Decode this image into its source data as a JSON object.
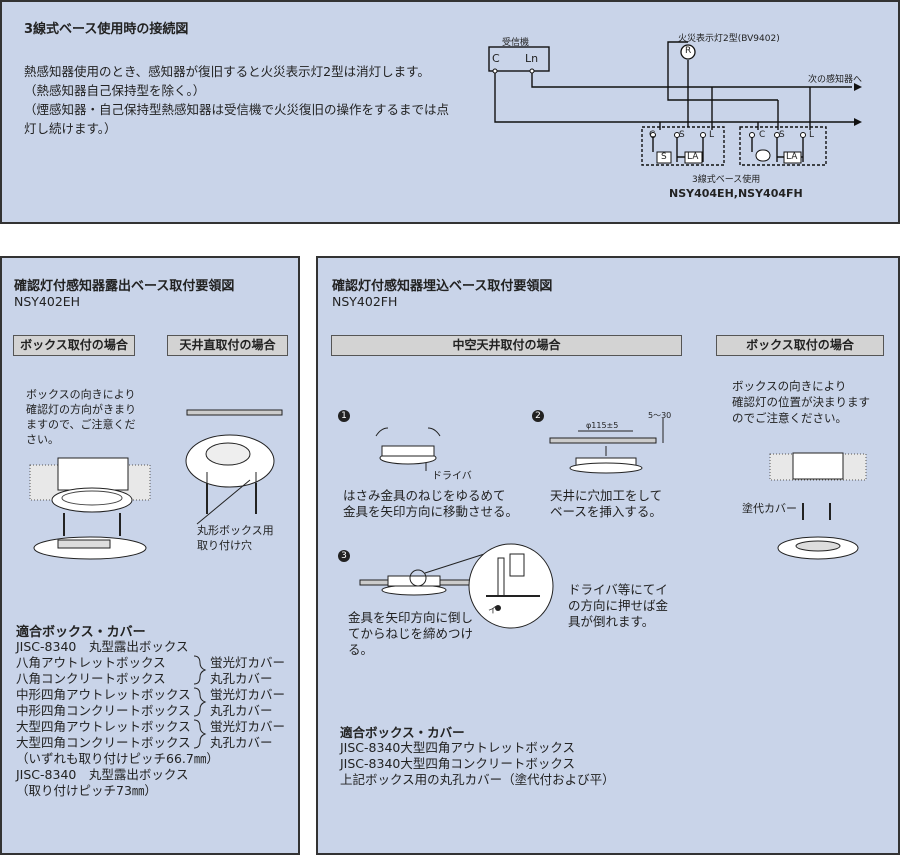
{
  "top": {
    "title": "3線式ベース使用時の接続図",
    "desc": [
      "熱感知器使用のとき、感知器が復旧すると火災表示灯2型は消灯します。",
      "（熱感知器自己保持型を除く。）",
      "（煙感知器・自己保持型熱感知器は受信機で火災復旧の操作をするまでは点",
      "灯し続けます。）"
    ],
    "diagram": {
      "receiver": "受信機",
      "term_c": "C",
      "term_ln": "Ln",
      "lamp_label": "火災表示灯2型(BV9402)",
      "lamp_symbol": "R",
      "next": "次の感知器へ",
      "base_terms": [
        "C",
        "S",
        "L"
      ],
      "s_box": "S",
      "la_box": "LA",
      "base_caption": "3線式ベース使用",
      "model": "NSY404EH,NSY404FH"
    }
  },
  "left": {
    "title": "確認灯付感知器露出ベース取付要領図",
    "model": "NSY402EH",
    "hdr_box": "ボックス取付の場合",
    "hdr_ceiling": "天井直取付の場合",
    "note": [
      "ボックスの向きにより",
      "確認灯の方向がきまり",
      "ますので、ご注意くだ",
      "さい。"
    ],
    "round_box": [
      "丸形ボックス用",
      "取り付け穴"
    ],
    "fit_title": "適合ボックス・カバー",
    "fit_list": [
      "JISC-8340　丸型露出ボックス",
      "八角アウトレットボックス",
      "八角コンクリートボックス",
      "中形四角アウトレットボックス",
      "中形四角コンクリートボックス",
      "大型四角アウトレットボックス",
      "大型四角コンクリートボックス",
      "（いずれも取り付けピッチ66.7㎜）",
      "JISC-8340　丸型露出ボックス",
      "（取り付けピッチ73㎜）"
    ],
    "covers": [
      "蛍光灯カバー",
      "丸孔カバー",
      "蛍光灯カバー",
      "丸孔カバー",
      "蛍光灯カバー",
      "丸孔カバー"
    ]
  },
  "right": {
    "title": "確認灯付感知器埋込ベース取付要領図",
    "model": "NSY402FH",
    "hdr_hollow": "中空天井取付の場合",
    "hdr_box": "ボックス取付の場合",
    "step1_num": "1",
    "step1_driver": "ドライバ",
    "step1_text": [
      "はさみ金具のねじをゆるめて",
      "金具を矢印方向に移動させる。"
    ],
    "step2_num": "2",
    "step2_dim": "φ115±5",
    "step2_dim2": "5～30",
    "step2_text": [
      "天井に穴加工をして",
      "ベースを挿入する。"
    ],
    "step3_num": "3",
    "step3_text": [
      "金具を矢印方向に倒し",
      "てからねじを締めつけ",
      "る。"
    ],
    "step3_detail_letter": "イ",
    "step3_note": [
      "ドライバ等にてイ",
      "の方向に押せば金",
      "具が倒れます。"
    ],
    "box_note": [
      "ボックスの向きにより",
      "確認灯の位置が決まります",
      "のでご注意ください。"
    ],
    "cover_label": "塗代カバー",
    "fit_title": "適合ボックス・カバー",
    "fit_list": [
      "JISC-8340大型四角アウトレットボックス",
      "JISC-8340大型四角コンクリートボックス",
      "上記ボックス用の丸孔カバー（塗代付および平）"
    ]
  }
}
